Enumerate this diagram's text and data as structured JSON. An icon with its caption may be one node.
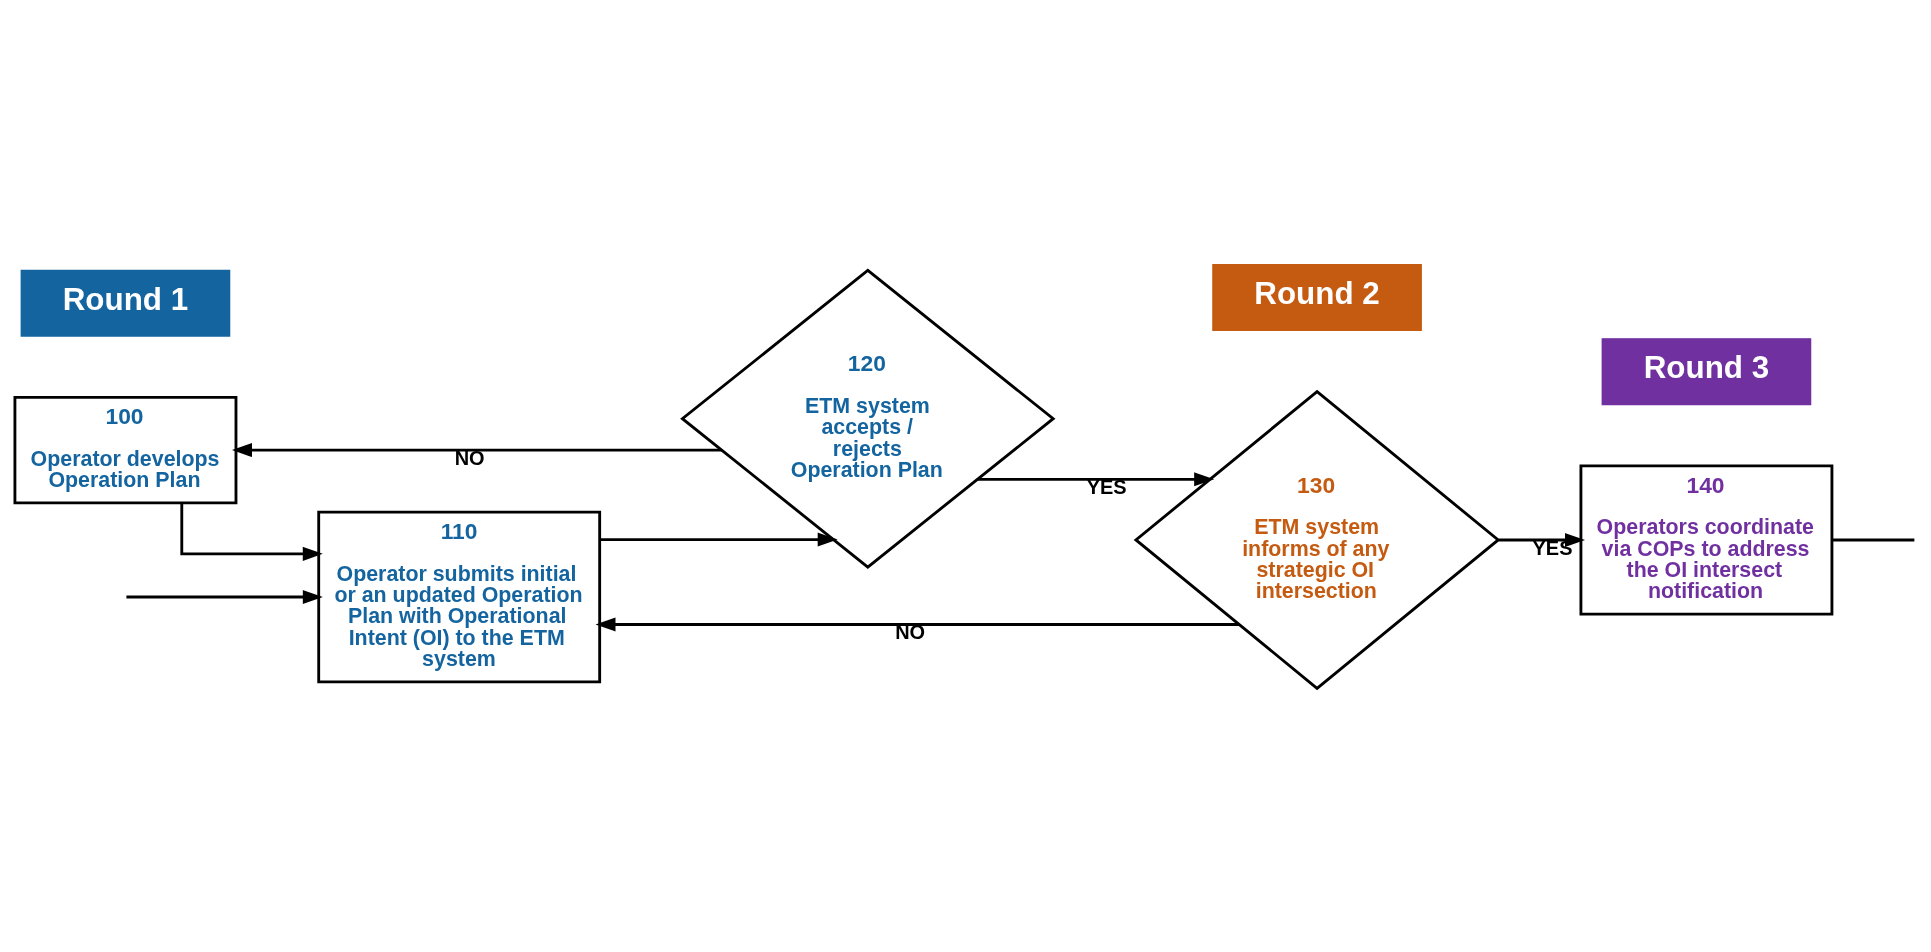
{
  "diagram": {
    "nodes": [
      {
        "text": [
          "Round 1"
        ]
      },
      {
        "text": [
          "100",
          "Operator develops Operation Plan"
        ]
      },
      {
        "text": [
          "110",
          "Operator submits initial or an updated Operation Plan with Operational Intent (OI) to the ETM system"
        ]
      },
      {
        "text": [
          "120",
          "ETM system accepts / rejects Operation Plan"
        ]
      },
      {
        "text": [
          "Round 2"
        ]
      },
      {
        "text": [
          "130",
          "ETM system informs of any strategic OI intersection"
        ]
      },
      {
        "text": [
          "Round 3"
        ]
      },
      {
        "text": [
          "140",
          "Operators coordinate via COPs to address the OI intersect notification"
        ]
      }
    ],
    "edges": [
      {
        "from": 1,
        "to": 2,
        "arrow": "to"
      },
      {
        "from": 2,
        "to": 3,
        "arrow": "to"
      },
      {
        "from": 3,
        "to": 1,
        "arrow": "to",
        "label": "NO"
      },
      {
        "from": 3,
        "to": 5,
        "arrow": "to",
        "label": "YES"
      },
      {
        "from": 5,
        "to": 7,
        "arrow": "to",
        "label": "YES"
      },
      {
        "from": 5,
        "to": 2,
        "arrow": "to",
        "label": "NO"
      },
      {
        "from": null,
        "to": 2,
        "arrow": "to"
      },
      {
        "from": 7,
        "to": null,
        "arrow": "none"
      }
    ]
  }
}
